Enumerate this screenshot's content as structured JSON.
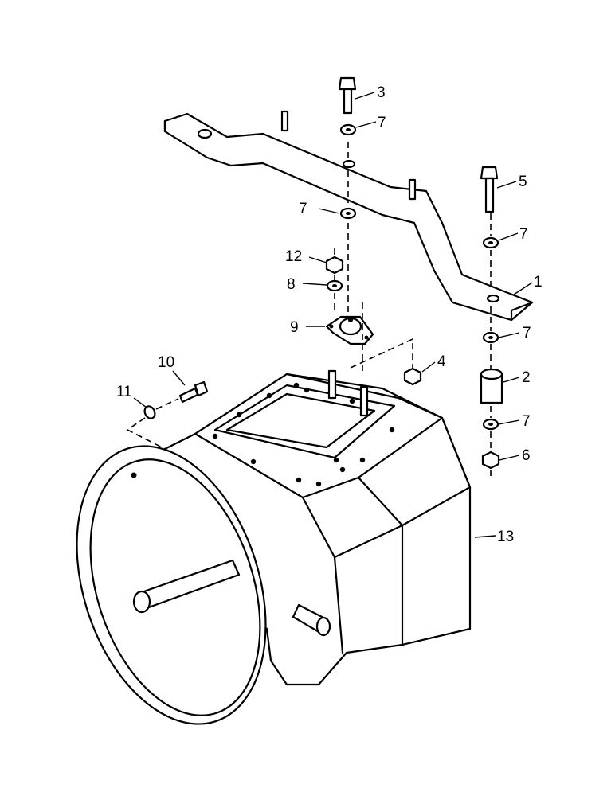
{
  "callouts": {
    "c1": "1",
    "c2": "2",
    "c3": "3",
    "c4": "4",
    "c5": "5",
    "c6": "6",
    "c7a": "7",
    "c7b": "7",
    "c7c": "7",
    "c7d": "7",
    "c7e": "7",
    "c8": "8",
    "c9": "9",
    "c10": "10",
    "c11": "11",
    "c12": "12",
    "c13": "13"
  }
}
